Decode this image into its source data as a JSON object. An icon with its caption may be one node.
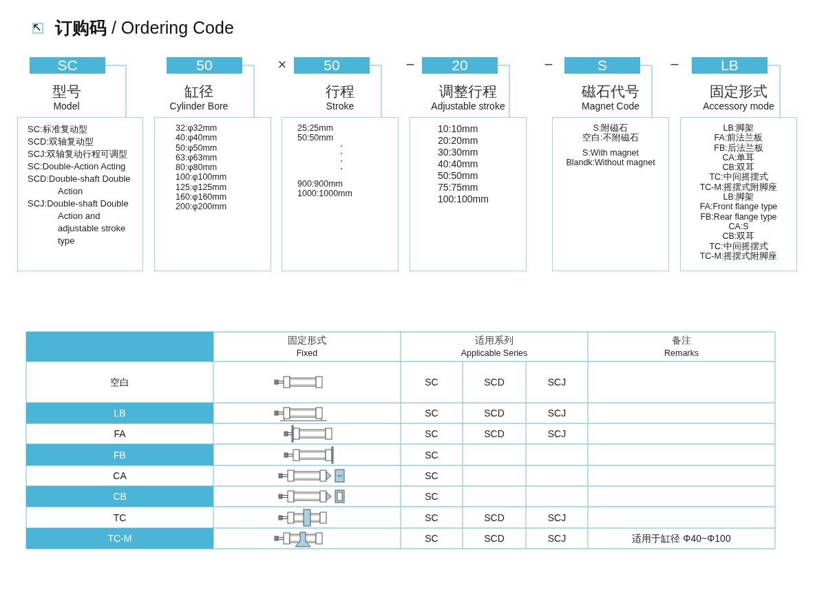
{
  "diagram": {
    "title": "**订购码** / Ordering Code",
    "nodes": [
      {
        "text": [
          "SC"
        ]
      },
      {
        "text": [
          "50"
        ]
      },
      {
        "text": [
          "50"
        ]
      },
      {
        "text": [
          "20"
        ]
      },
      {
        "text": [
          "S"
        ]
      },
      {
        "text": [
          "LB"
        ]
      },
      {
        "text": [
          "型号",
          "Model",
          "SC:标准复动型",
          "SCD:双轴复动型",
          "SCJ:双轴复动行程可调型",
          "SC:Double-Action Acting",
          "SCD:Double-shaft Double Action",
          "SCJ:Double-shaft Double Action and adjustable stroke type"
        ]
      },
      {
        "text": [
          "缸径",
          "Cylinder Bore",
          "32:φ32mm",
          "40:φ40mm",
          "50:φ50mm",
          "63:φ63mm",
          "80:φ80mm",
          "100:φ100mm",
          "125:φ125mm",
          "160:φ160mm",
          "200:φ200mm"
        ]
      },
      {
        "text": [
          "行程",
          "Stroke",
          "25:25mm",
          "50:50mm",
          "900:900mm",
          "1000:1000mm"
        ]
      },
      {
        "text": [
          "调整行程",
          "Adjustable stroke",
          "10:10mm",
          "20:20mm",
          "30:30mm",
          "40:40mm",
          "50:50mm",
          "75:75mm",
          "100:100mm"
        ]
      },
      {
        "text": [
          "磁石代号",
          "Magnet Code",
          "S:附磁石",
          "空白:不附磁石",
          "S:With magnet",
          "Blandk:Without magnet"
        ]
      },
      {
        "text": [
          "固定形式",
          "Accessory mode",
          "LB:脚架",
          "FA:前法兰板",
          "FB:后法兰板",
          "CA:单耳",
          "CB:双耳",
          "TC:中间摇摆式",
          "TC-M:摇摆式附脚座",
          "LB:脚架",
          "FA:Front flange type",
          "FB:Rear flange type",
          "CA:S",
          "CB:双耳",
          "TC:中间摇摆式",
          "TC-M:摇摆式附脚座"
        ]
      }
    ],
    "edges": [
      {
        "from": 0,
        "to": 6,
        "arrow": "none"
      },
      {
        "from": 1,
        "to": 7,
        "arrow": "none"
      },
      {
        "from": 2,
        "to": 8,
        "arrow": "none"
      },
      {
        "from": 3,
        "to": 9,
        "arrow": "none"
      },
      {
        "from": 4,
        "to": 10,
        "arrow": "none"
      },
      {
        "from": 5,
        "to": 11,
        "arrow": "none"
      }
    ],
    "labels": [
      "×",
      "−",
      "−",
      "−",
      "固定形式",
      "Fixed",
      "适用系列",
      "Applicable Series",
      "备注",
      "Remarks",
      "空白",
      "SC",
      "SCD",
      "SCJ",
      "LB",
      "SC",
      "SCD",
      "SCJ",
      "FA",
      "SC",
      "SCD",
      "SCJ",
      "FB",
      "SC",
      "CA",
      "SC",
      "CB",
      "SC",
      "TC",
      "SC",
      "SCD",
      "SCJ",
      "TC-M",
      "SC",
      "SCD",
      "SCJ",
      "适用于缸径 Φ40~Φ100"
    ]
  }
}
